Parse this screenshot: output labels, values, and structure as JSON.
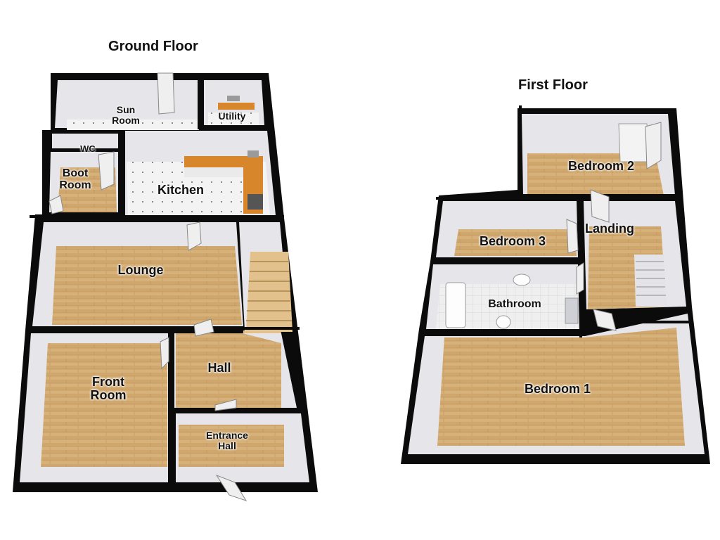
{
  "colors": {
    "wall": "#0b0b0b",
    "wall_face": "#e9e9ee",
    "wood_floor": "#d6b078",
    "tile_floor": "#f1f1f1",
    "worktop": "#d8862c",
    "door": "#eeeeee"
  },
  "floors": [
    {
      "title": "Ground Floor",
      "rooms": [
        {
          "id": "sun-room",
          "label": "Sun\nRoom",
          "floor_type": "tile"
        },
        {
          "id": "utility",
          "label": "Utility",
          "floor_type": "tile"
        },
        {
          "id": "wc",
          "label": "WC",
          "floor_type": "wood"
        },
        {
          "id": "boot-room",
          "label": "Boot\nRoom",
          "floor_type": "wood"
        },
        {
          "id": "kitchen",
          "label": "Kitchen",
          "floor_type": "tile"
        },
        {
          "id": "lounge",
          "label": "Lounge",
          "floor_type": "wood"
        },
        {
          "id": "front-room",
          "label": "Front\nRoom",
          "floor_type": "wood"
        },
        {
          "id": "hall",
          "label": "Hall",
          "floor_type": "wood"
        },
        {
          "id": "entrance-hall",
          "label": "Entrance\nHall",
          "floor_type": "wood"
        }
      ]
    },
    {
      "title": "First Floor",
      "rooms": [
        {
          "id": "bedroom-2",
          "label": "Bedroom 2",
          "floor_type": "wood"
        },
        {
          "id": "bedroom-3",
          "label": "Bedroom 3",
          "floor_type": "wood"
        },
        {
          "id": "landing",
          "label": "Landing",
          "floor_type": "wood"
        },
        {
          "id": "bathroom",
          "label": "Bathroom",
          "floor_type": "tile"
        },
        {
          "id": "bedroom-1",
          "label": "Bedroom 1",
          "floor_type": "wood"
        }
      ]
    }
  ]
}
